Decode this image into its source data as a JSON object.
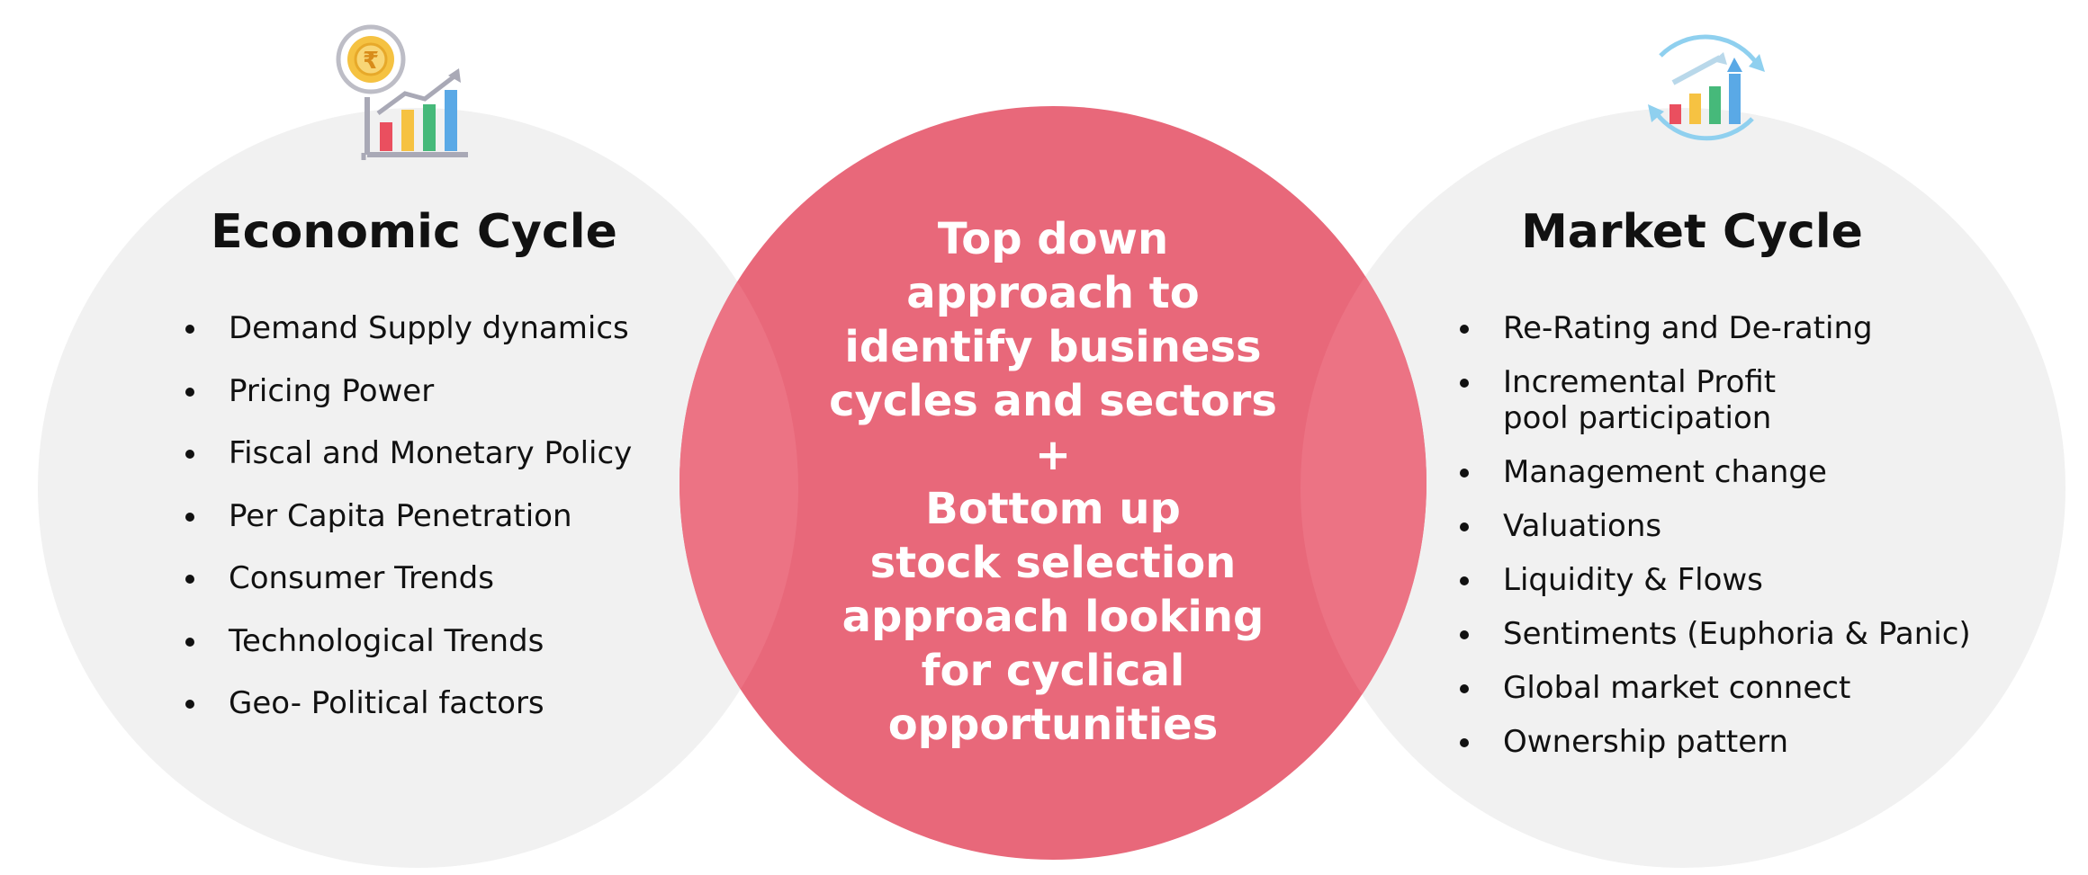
{
  "economic_cycle": {
    "title": "Economic Cycle",
    "icon": "coin-growth-chart-icon",
    "items": [
      "Demand Supply dynamics",
      "Pricing Power",
      "Fiscal and Monetary Policy",
      "Per Capita Penetration",
      "Consumer Trends",
      "Technological Trends",
      "Geo- Political factors"
    ]
  },
  "center": {
    "lines": [
      "Top down",
      "approach to",
      "identify business",
      "cycles and sectors",
      "+",
      "Bottom up",
      "stock selection",
      "approach looking",
      "for cyclical",
      "opportunities"
    ]
  },
  "market_cycle": {
    "title": "Market Cycle",
    "icon": "cycle-bar-chart-icon",
    "items": [
      {
        "line1": "Re-Rating and De-rating",
        "line2": ""
      },
      {
        "line1": "Incremental Profit",
        "line2": "pool participation"
      },
      {
        "line1": "Management change",
        "line2": ""
      },
      {
        "line1": "Valuations",
        "line2": ""
      },
      {
        "line1": "Liquidity & Flows",
        "line2": ""
      },
      {
        "line1": "Sentiments (Euphoria & Panic)",
        "line2": ""
      },
      {
        "line1": "Global market connect",
        "line2": ""
      },
      {
        "line1": "Ownership pattern",
        "line2": ""
      }
    ]
  },
  "colors": {
    "side_circle": "#f1f1f1",
    "center_circle": "#e8687a",
    "overlap": "#ec7384"
  }
}
